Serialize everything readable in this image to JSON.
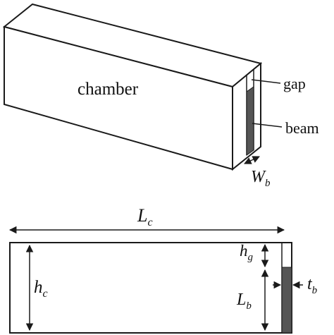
{
  "isometric_view": {
    "chamber_label": "chamber",
    "gap_label": "gap",
    "beam_label": "beam",
    "width_symbol": "W",
    "width_subscript": "b"
  },
  "side_view": {
    "length_symbol": "L",
    "length_subscript": "c",
    "chamber_height_symbol": "h",
    "chamber_height_subscript": "c",
    "gap_height_symbol": "h",
    "gap_height_subscript": "g",
    "beam_length_symbol": "L",
    "beam_length_subscript": "b",
    "beam_thickness_symbol": "t",
    "beam_thickness_subscript": "b"
  },
  "colors": {
    "line": "#1a1a1a",
    "box_face": "#ffffff",
    "beam_fill": "#555555"
  }
}
